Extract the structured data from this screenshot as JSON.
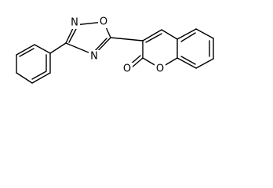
{
  "structure": {
    "atom_labels": {
      "oxadiazole_n2": "N",
      "oxadiazole_o1": "O",
      "oxadiazole_n4": "N",
      "lactone_ring_o": "O",
      "carbonyl_o": "O"
    }
  },
  "colors": {
    "bond": "#000000",
    "label": "#000000",
    "background": "#ffffff"
  }
}
